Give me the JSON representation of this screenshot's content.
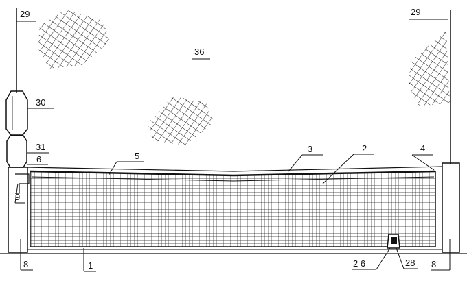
{
  "labels": {
    "l29_left": "29",
    "l29_right": "29",
    "l36": "36",
    "l30": "30",
    "l31": "31",
    "l6": "6",
    "l9": "9",
    "l8": "8",
    "l8p": "8'",
    "l1": "1",
    "l5": "5",
    "l3": "3",
    "l2": "2",
    "l4": "4",
    "l26": "2 6",
    "l28": "28"
  }
}
